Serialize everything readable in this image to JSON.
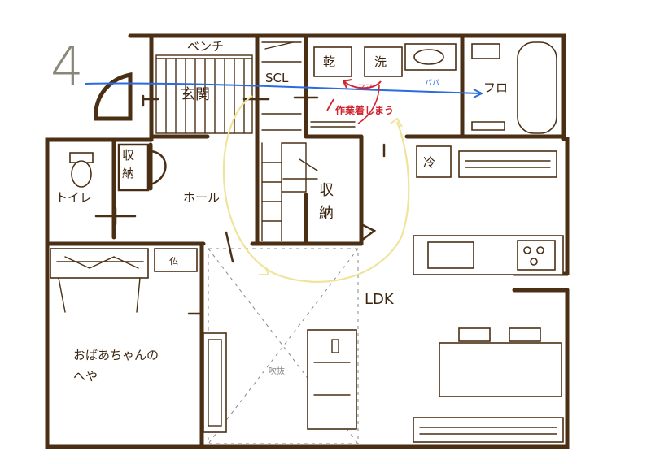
{
  "plan": {
    "sheet_number": "4",
    "rooms": {
      "bench": "ベンチ",
      "genkan": "玄関",
      "scl": "SCL",
      "drying": "乾",
      "washing": "洗",
      "bath": "フロ",
      "work_note": "作業着しまう",
      "storage_1": "収\n納",
      "toilet": "トイレ",
      "hall": "ホール",
      "storage_2": "収\n納",
      "reizouko": "冷",
      "closet_small": "仏",
      "grandma_room": "おばあちゃんの\nへや",
      "fukinuke": "吹抜",
      "ldk": "LDK"
    },
    "annotations": {
      "papa": "パパ",
      "mama": "ママ"
    },
    "colors": {
      "wall": "#4a2f14",
      "papa_route": "#2a6be0",
      "mama_route": "#d1242f",
      "circulation": "#f0e39a"
    }
  }
}
